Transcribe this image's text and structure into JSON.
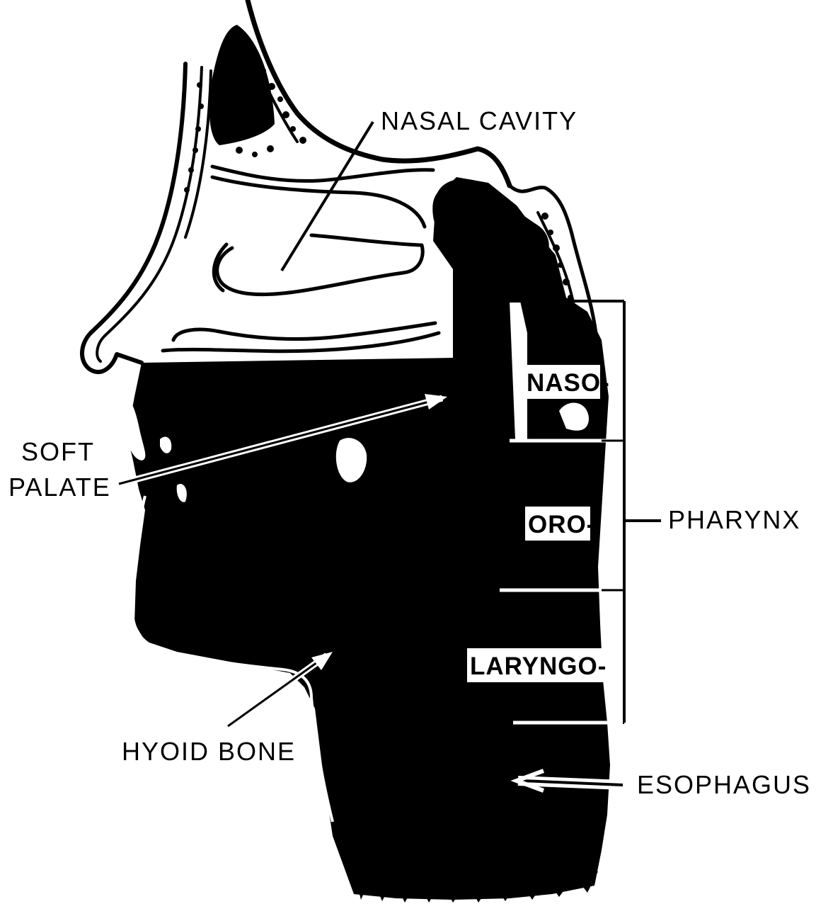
{
  "labels": {
    "nasal_cavity": "NASAL CAVITY",
    "soft_palate_line1": "SOFT",
    "soft_palate_line2": "PALATE",
    "hyoid_bone": "HYOID BONE",
    "pharynx": "PHARYNX",
    "esophagus": "ESOPHAGUS"
  },
  "pharynx_regions": [
    "NASO-",
    "ORO-",
    "LARYNGO-"
  ],
  "colors": {
    "ink": "#000000",
    "paper": "#ffffff"
  }
}
